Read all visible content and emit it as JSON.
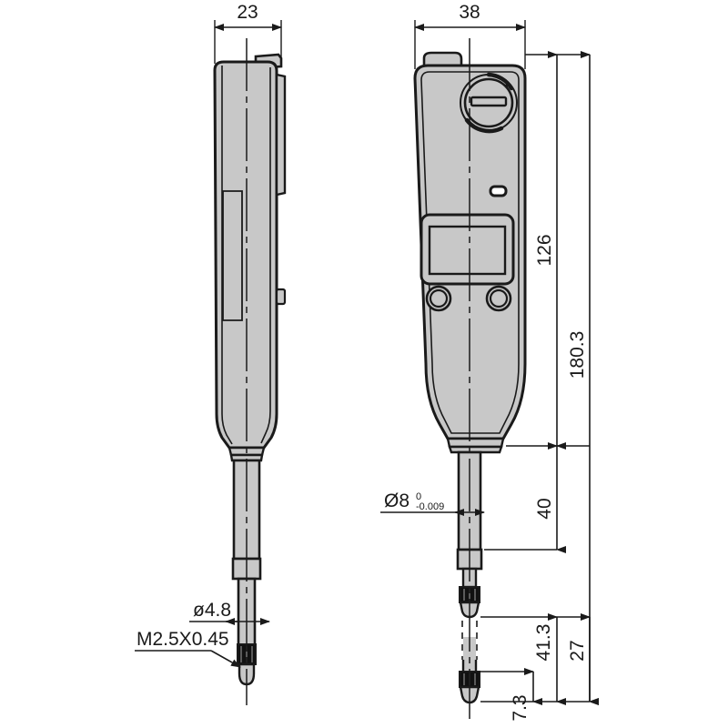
{
  "drawing": {
    "type": "engineering-dimension-drawing",
    "subject": "digital dial indicator / digital indicator gauge",
    "views": [
      {
        "name": "side-view",
        "label": ""
      },
      {
        "name": "front-view",
        "label": ""
      }
    ],
    "units": "mm",
    "background_color": "#ffffff",
    "line_color": "#1a1a1a",
    "body_fill_color": "#c8c8c8",
    "dark_fill_color": "#111111"
  },
  "dimensions": {
    "side_width": "23",
    "front_width": "38",
    "body_height": "126",
    "total_height": "180.3",
    "stem_length": "40",
    "lower_stem": "41.3",
    "tip_section": "27",
    "tip_contact": "7.3",
    "stem_diameter": "ø4.8",
    "thread_spec": "M2.5X0.45",
    "shank_diameter_base": "Ø8",
    "shank_tol_upper": "0",
    "shank_tol_lower": "-0.009"
  }
}
